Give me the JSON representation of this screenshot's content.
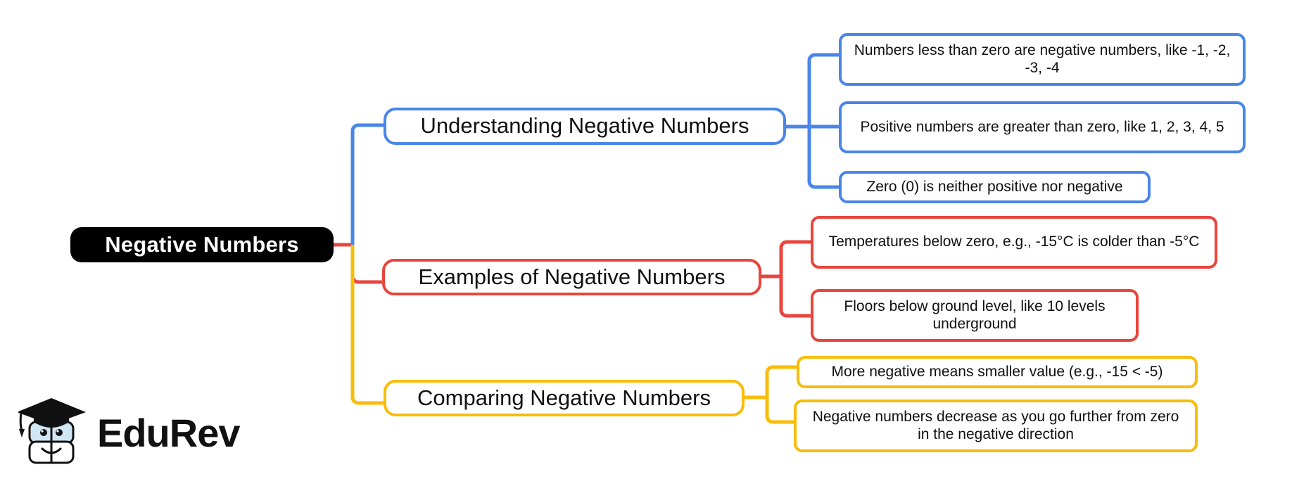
{
  "map": {
    "root": {
      "label": "Negative Numbers",
      "color": "#000000"
    },
    "branches": [
      {
        "label": "Understanding Negative Numbers",
        "color": "#4a86e8",
        "color_name": "blue",
        "children": [
          {
            "label": "Numbers less than zero are negative numbers, like -1, -2, -3, -4"
          },
          {
            "label": "Positive numbers are greater than zero, like 1, 2, 3, 4, 5"
          },
          {
            "label": "Zero (0) is neither positive nor negative"
          }
        ]
      },
      {
        "label": "Examples of Negative Numbers",
        "color": "#e8453c",
        "color_name": "red",
        "children": [
          {
            "label": "Temperatures below zero, e.g., -15°C is colder than -5°C"
          },
          {
            "label": "Floors below ground level, like 10 levels underground"
          }
        ]
      },
      {
        "label": "Comparing Negative Numbers",
        "color": "#f9bc08",
        "color_name": "amber",
        "children": [
          {
            "label": "More negative means smaller value (e.g., -15 < -5)"
          },
          {
            "label": "Negative numbers decrease as you go further from zero in the negative direction"
          }
        ]
      }
    ]
  },
  "logo": {
    "text": "EduRev",
    "mark": "graduation-cap-book-mascot"
  }
}
